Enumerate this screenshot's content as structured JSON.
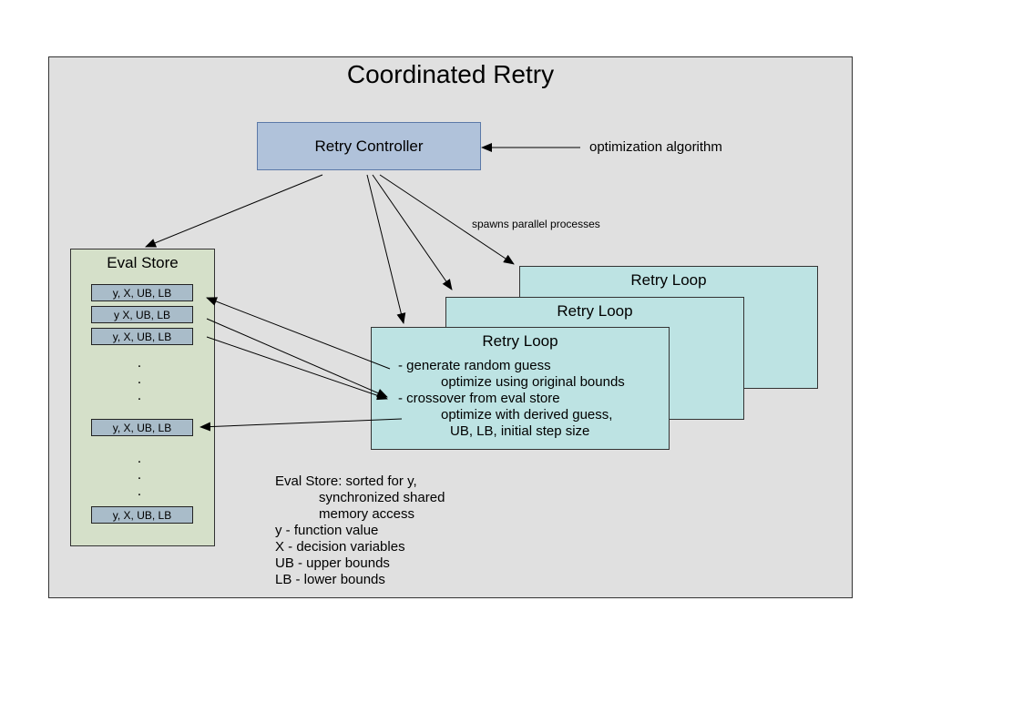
{
  "title": "Coordinated Retry",
  "controller": {
    "label": "Retry Controller"
  },
  "algorithm_label": "optimization algorithm",
  "spawns_label": "spawns parallel processes",
  "eval_store": {
    "title": "Eval Store",
    "entries": [
      "y, X, UB, LB",
      "y X, UB, LB",
      "y, X, UB, LB",
      "y, X, UB, LB",
      "y, X, UB, LB"
    ]
  },
  "retry_loops": [
    {
      "title": "Retry Loop"
    },
    {
      "title": "Retry Loop"
    },
    {
      "title": "Retry Loop",
      "lines": [
        "- generate random guess",
        "optimize using original bounds",
        "- crossover from eval store",
        "optimize with derived guess,",
        "UB, LB, initial step size"
      ]
    }
  ],
  "legend": [
    "Eval Store: sorted for y,",
    "synchronized shared",
    "memory access",
    "y - function value",
    "X - decision variables",
    "UB - upper bounds",
    "LB - lower bounds"
  ]
}
